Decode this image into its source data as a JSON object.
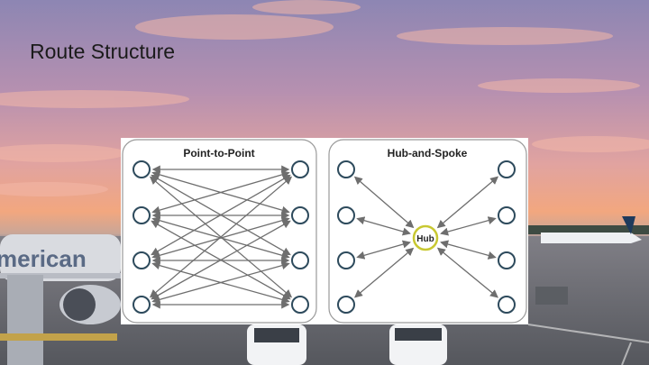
{
  "slide": {
    "title": "Route Structure"
  },
  "background": {
    "description_icon": "airport-sunset-photo",
    "airline_lettering": "merican"
  },
  "diagram": {
    "left_panel": {
      "title": "Point-to-Point",
      "nodes_per_side": 4
    },
    "right_panel": {
      "title": "Hub-and-Spoke",
      "hub_label": "Hub",
      "spokes_per_side": 4
    },
    "colors": {
      "node_stroke": "#2d4a5c",
      "arrow": "#6e6e6e",
      "hub_stroke": "#c8c832",
      "panel_border": "#9a9a9a",
      "panel_fill": "#ffffff"
    }
  }
}
